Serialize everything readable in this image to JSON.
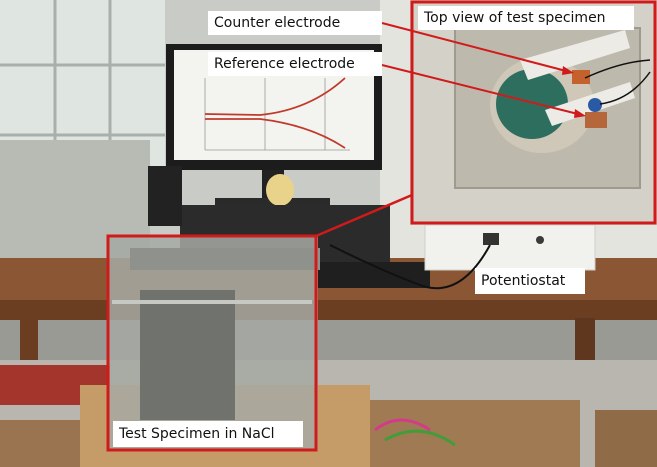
{
  "labels": {
    "counter": "Counter electrode",
    "reference": "Reference electrode",
    "top_view": "Top view of test specimen",
    "potentiostat": "Potentiostat",
    "specimen": "Test Specimen in NaCl"
  },
  "colors": {
    "callout_red": "#d11a1a",
    "wall": "#cfd2cc",
    "bench": "#7a4a2c",
    "monitor_screen": "#f3f3ef",
    "plot_curve": "#c0392b"
  }
}
